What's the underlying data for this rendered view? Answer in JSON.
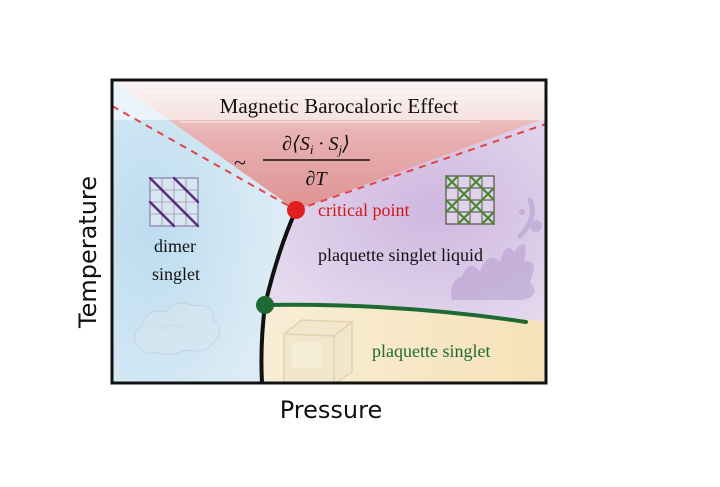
{
  "title": "Magnetic Barocaloric Effect",
  "formula": {
    "prefix": "~",
    "numerator": "∂⟨S",
    "numerator_sub_i": "i",
    "numerator_dot": " · S",
    "numerator_sub_j": "j",
    "numerator_close": "⟩",
    "denominator": "∂T"
  },
  "axes": {
    "xlabel": "Pressure",
    "ylabel": "Temperature"
  },
  "phases": {
    "dimer_line1": "dimer",
    "dimer_line2": "singlet",
    "liquid": "plaquette singlet liquid",
    "plaquette": "plaquette singlet"
  },
  "points": {
    "critical": "critical point"
  },
  "colors": {
    "critical_point": "#e02020",
    "plaquette_line": "#1f6a34",
    "crossover_dash": "#e04545",
    "dimer_region": "#c9e2f1",
    "liquid_region": "#d7c2e4",
    "plaquette_region": "#f7e7c3",
    "crossover_region": "#e3a0a0",
    "dimer_pattern": "#5a2a7c",
    "liquid_pattern": "#4a8a2a"
  },
  "icons": [
    "dimer-lattice-icon",
    "plaquette-lattice-icon",
    "cloud-icon",
    "ice-cube-icon",
    "splash-icon"
  ]
}
